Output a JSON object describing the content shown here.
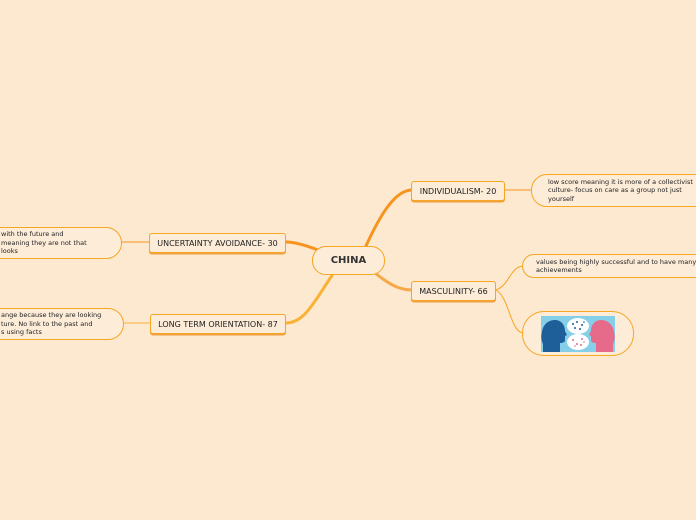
{
  "central": {
    "label": "CHINA"
  },
  "topics": {
    "individualism": "INDIVIDUALISM- 20",
    "masculinity": "MASCULINITY- 66",
    "uncertainty": "UNCERTAINTY AVOIDANCE- 30",
    "long_term": "LONG TERM ORIENTATION- 87"
  },
  "leaves": {
    "individualism": [
      "low score meaning it is more of a collectivist",
      "culture- focus on care as a group not just",
      "yourself"
    ],
    "masculinity": [
      "values being highly successful and to have many",
      "achievements"
    ],
    "uncertainty": [
      "with the future and",
      "meaning they are not that",
      "looks"
    ],
    "long_term": [
      "ange because they are looking",
      "ture. No link to the past and",
      "s using facts"
    ]
  },
  "image_leaf": {
    "icon": "two-heads-thinking-icon"
  },
  "colors": {
    "background": "#fde8d0",
    "border": "#f5a623",
    "branch": "#f7941d"
  }
}
